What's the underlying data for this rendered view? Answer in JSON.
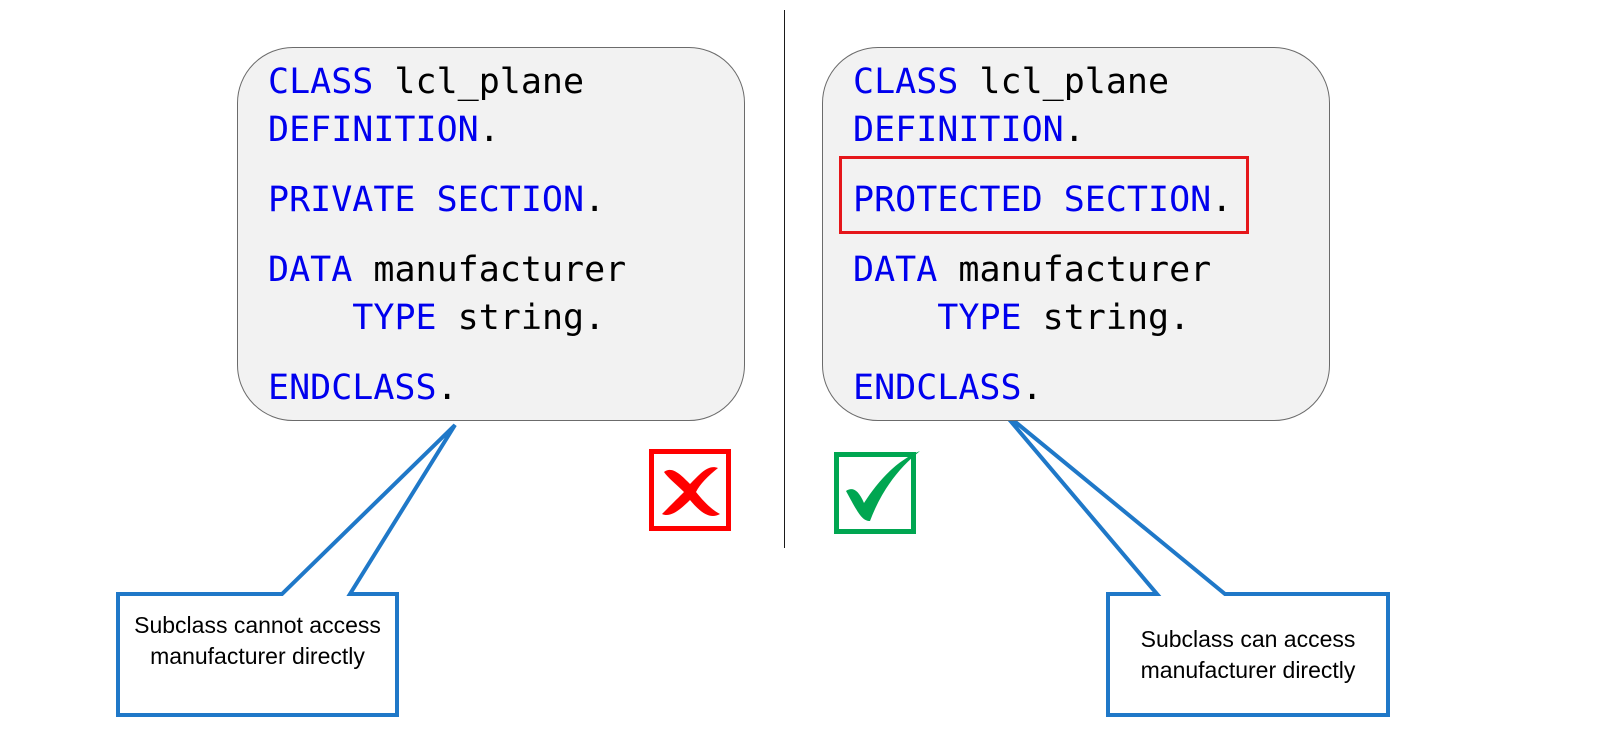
{
  "left_panel": {
    "line1": {
      "kw": "CLASS",
      "rest": " lcl_plane"
    },
    "line2": {
      "kw": "DEFINITION",
      "rest": "."
    },
    "line3": {
      "kw": "PRIVATE SECTION",
      "rest": "."
    },
    "line4": {
      "kw": "DATA",
      "rest": " manufacturer"
    },
    "line5": {
      "indent": "    ",
      "kw": "TYPE",
      "rest": " string."
    },
    "line6": {
      "kw": "ENDCLASS",
      "rest": "."
    },
    "callout_text": "Subclass cannot access manufacturer directly",
    "mark": "cross-mark-icon"
  },
  "right_panel": {
    "line1": {
      "kw": "CLASS",
      "rest": " lcl_plane"
    },
    "line2": {
      "kw": "DEFINITION",
      "rest": "."
    },
    "line3": {
      "kw": "PROTECTED SECTION",
      "rest": "."
    },
    "line4": {
      "kw": "DATA",
      "rest": " manufacturer"
    },
    "line5": {
      "indent": "    ",
      "kw": "TYPE",
      "rest": " string."
    },
    "line6": {
      "kw": "ENDCLASS",
      "rest": "."
    },
    "callout_text": "Subclass can access manufacturer directly",
    "mark": "check-mark-icon"
  },
  "colors": {
    "keyword": "#0000ee",
    "code_box_fill": "#f2f2f2",
    "highlight": "#e5161a",
    "callout_border": "#1f78c8",
    "cross": "#ff0000",
    "check": "#00a651"
  }
}
